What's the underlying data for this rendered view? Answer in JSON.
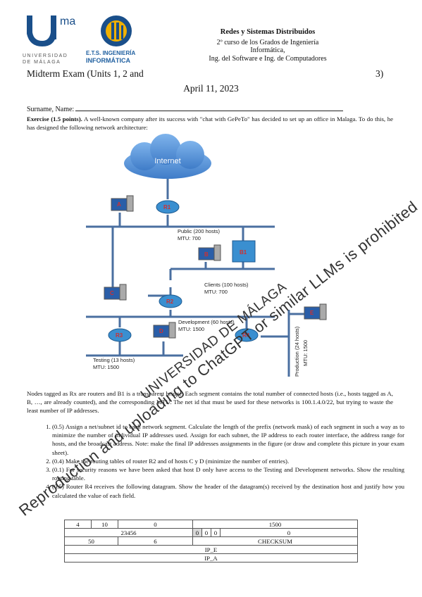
{
  "logos": {
    "uma": {
      "mark": "ma",
      "line1": "UNIVERSIDAD",
      "line2": "DE MÁLAGA"
    },
    "ets": {
      "line1": "E.T.S. INGENIERÍA",
      "line2": "INFORMÁTICA"
    }
  },
  "header": {
    "course": "Redes y Sistemas Distribuidos",
    "line1": "2º curso de los Grados de Ingeniería",
    "line2": "Informática,",
    "line3": "Ing. del Software e Ing. de Computadores"
  },
  "exam_title": "Midterm Exam (Units 1, 2 and",
  "exam_title_end": "3)",
  "date": "April 11, 2023",
  "surname_label": "Surname, Name:",
  "exercise": {
    "label": "Exercise (1.5 points).",
    "intro": "A well-known company after its success with \"chat with GePeTo\" has decided to set up an office in Malaga. To do this, he has designed the following network architecture:"
  },
  "diagram": {
    "cloud": "Internet",
    "nodes": [
      "A",
      "R1",
      "B",
      "B1",
      "C",
      "R2",
      "D",
      "R3",
      "R4",
      "E"
    ],
    "segments": {
      "public": {
        "name": "Public (200 hosts)",
        "mtu": "MTU: 700"
      },
      "clients": {
        "name": "Clients (100 hosts)",
        "mtu": "MTU: 700"
      },
      "development": {
        "name": "Development (60 hosts)",
        "mtu": "MTU: 1500"
      },
      "testing": {
        "name": "Testing (13 hosts)",
        "mtu": "MTU: 1500"
      },
      "production": {
        "name": "Production (24 hosts)",
        "mtu": "MTU: 1500"
      }
    }
  },
  "description": "Nodes tagged as Rx are routers and B1 is a transparent bridge. Each segment contains the total number of connected hosts (i.e., hosts tagged as A, B, …, are already counted), and the corresponding MTU. The net id that must be used for these networks is 100.1.4.0/22, but trying to waste the least number of IP addresses.",
  "tasks": [
    "(0.5) Assign a net/subnet id to each network segment. Calculate the length of the prefix (network mask) of each segment in such a way as to minimize the number of individual IP addresses used. Assign for each subnet, the IP address to each router interface, the address range for hosts, and the broadcast address. Note: make the final IP addresses assignments in the figure (or draw and complete this picture in your exam sheet).",
    "(0.4) Make the routing tables of router R2 and of hosts C y D (minimize the number of entries).",
    "(0.1) For security reasons we have been asked that host D only have access to the Testing and Development networks. Show the resulting routing table.",
    "(0.5) Router R4 receives the following datagram. Show the header of the datagram(s) received by the destination host and justify how you calculated the value of each field."
  ],
  "datagram": {
    "row1": [
      "4",
      "10",
      "0",
      "1500"
    ],
    "row2": [
      "23456",
      "0",
      "0",
      "0",
      "0"
    ],
    "row3": [
      "50",
      "6",
      "CHECKSUM"
    ],
    "row4": "IP_E",
    "row5": "IP_A"
  },
  "watermark": {
    "line1": "Reproduction and uploading to ChatGPT or similar LLMs is prohibited",
    "line2": "UNIVERSIDAD DE MÁLAGA"
  },
  "colors": {
    "network_line": "#4a6fa0",
    "router": "#3a8fd0",
    "node_label": "#d03030",
    "uma_blue": "#1a4f8a"
  }
}
